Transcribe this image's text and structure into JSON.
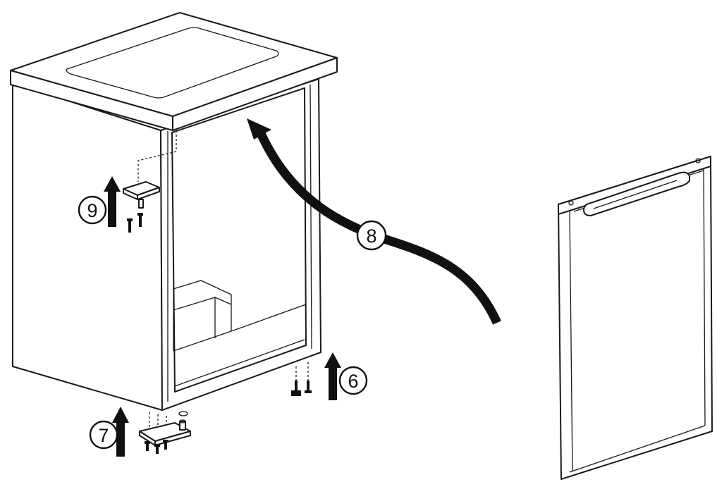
{
  "diagram": {
    "colors": {
      "ink": "#111111",
      "background": "#ffffff"
    },
    "steps": [
      {
        "id": "step-6",
        "label": "6"
      },
      {
        "id": "step-7",
        "label": "7"
      },
      {
        "id": "step-8",
        "label": "8"
      },
      {
        "id": "step-9",
        "label": "9"
      }
    ]
  }
}
